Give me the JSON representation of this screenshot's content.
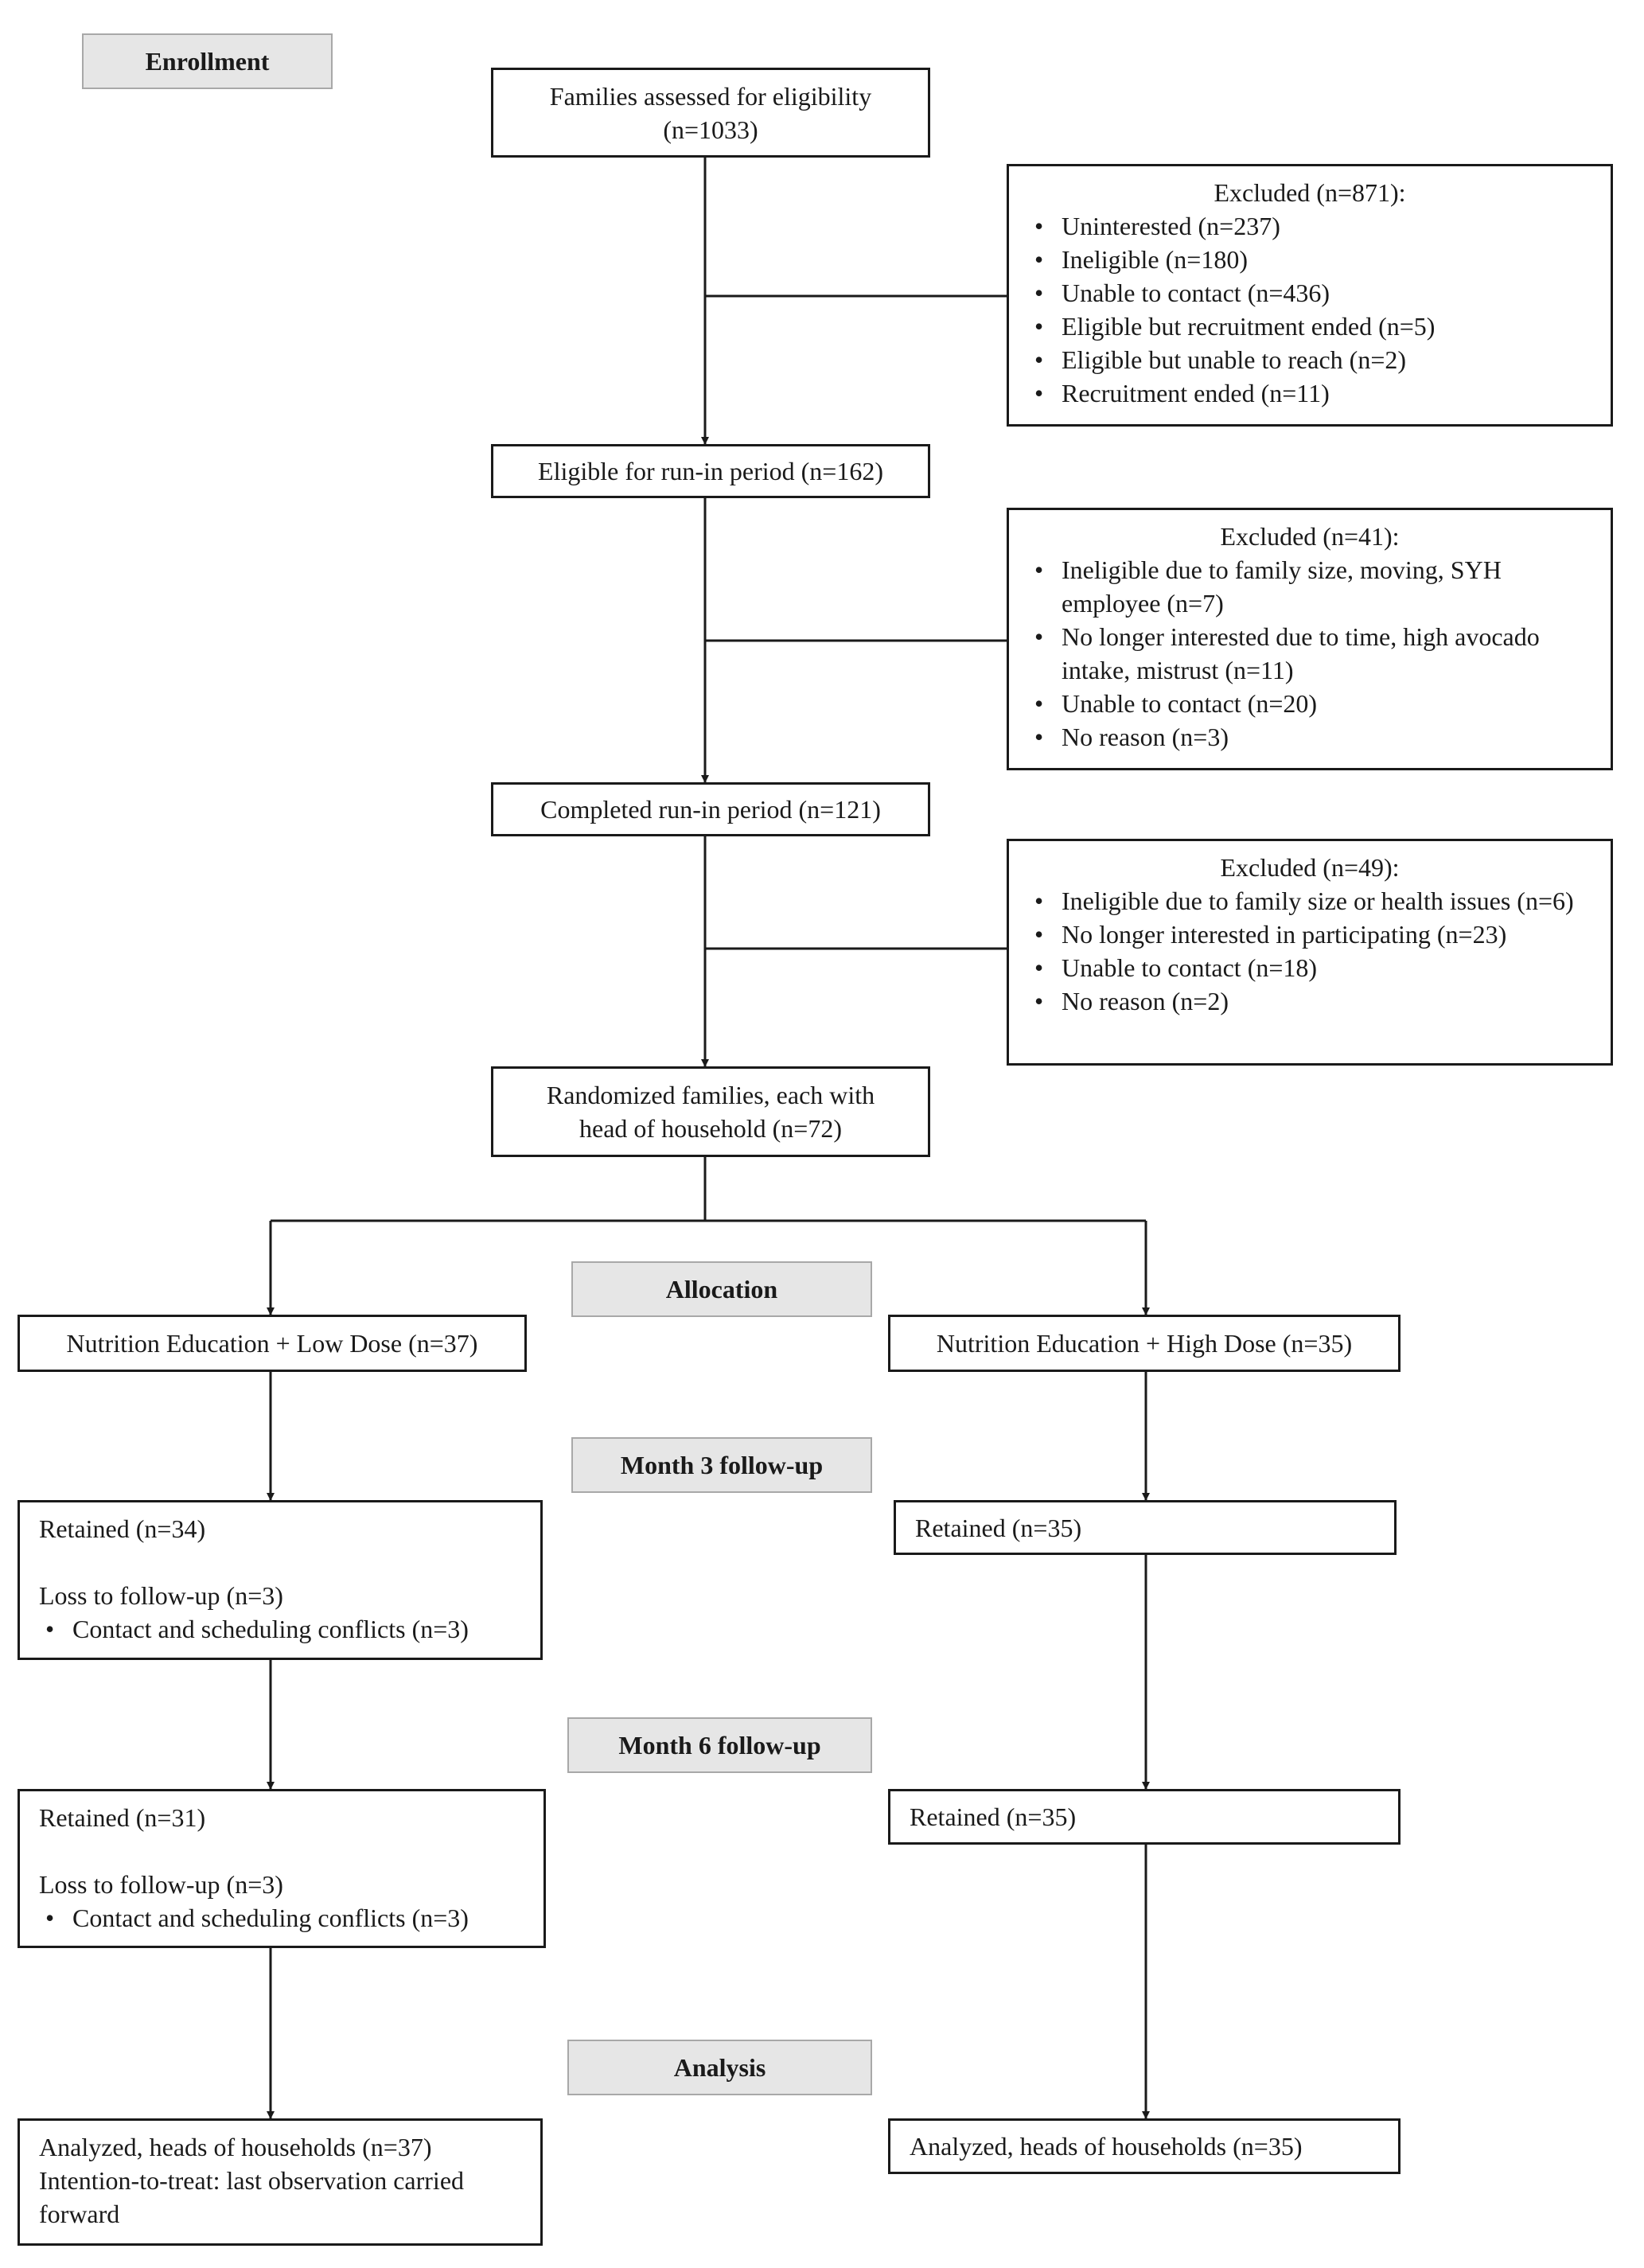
{
  "stages": {
    "enrollment": "Enrollment",
    "allocation": "Allocation",
    "month3": "Month 3 follow-up",
    "month6": "Month 6 follow-up",
    "analysis": "Analysis"
  },
  "enrollment": {
    "assessed": {
      "line1": "Families assessed for eligibility",
      "line2": "(n=1033)"
    },
    "excluded1": {
      "heading": "Excluded (n=871):",
      "items": [
        "Uninterested (n=237)",
        "Ineligible (n=180)",
        "Unable to contact (n=436)",
        "Eligible but recruitment ended (n=5)",
        "Eligible but unable to reach (n=2)",
        "Recruitment ended (n=11)"
      ]
    },
    "eligible_runin": "Eligible for run-in period (n=162)",
    "excluded2": {
      "heading": "Excluded (n=41):",
      "items": [
        "Ineligible due to family size, moving, SYH employee (n=7)",
        "No longer interested due to time, high avocado intake, mistrust (n=11)",
        "Unable to contact (n=20)",
        "No reason (n=3)"
      ]
    },
    "completed_runin": "Completed run-in period (n=121)",
    "excluded3": {
      "heading": "Excluded (n=49):",
      "items": [
        "Ineligible due to family size or health issues (n=6)",
        "No longer interested in participating (n=23)",
        "Unable to contact (n=18)",
        "No reason (n=2)"
      ]
    },
    "randomized": {
      "line1": "Randomized families, each with",
      "line2": "head of household (n=72)"
    }
  },
  "low_dose": {
    "allocation": "Nutrition Education + Low Dose (n=37)",
    "m3": {
      "retained": "Retained (n=34)",
      "loss": "Loss to follow-up (n=3)",
      "reason": "Contact and scheduling conflicts (n=3)"
    },
    "m6": {
      "retained": "Retained (n=31)",
      "loss": "Loss to follow-up (n=3)",
      "reason": "Contact and scheduling conflicts (n=3)"
    },
    "analysis": {
      "line1": "Analyzed, heads of households (n=37)",
      "line2": "Intention-to-treat: last observation carried forward"
    }
  },
  "high_dose": {
    "allocation": "Nutrition Education + High Dose (n=35)",
    "m3": {
      "retained": "Retained (n=35)"
    },
    "m6": {
      "retained": "Retained (n=35)"
    },
    "analysis": {
      "line1": "Analyzed, heads of households (n=35)"
    }
  }
}
